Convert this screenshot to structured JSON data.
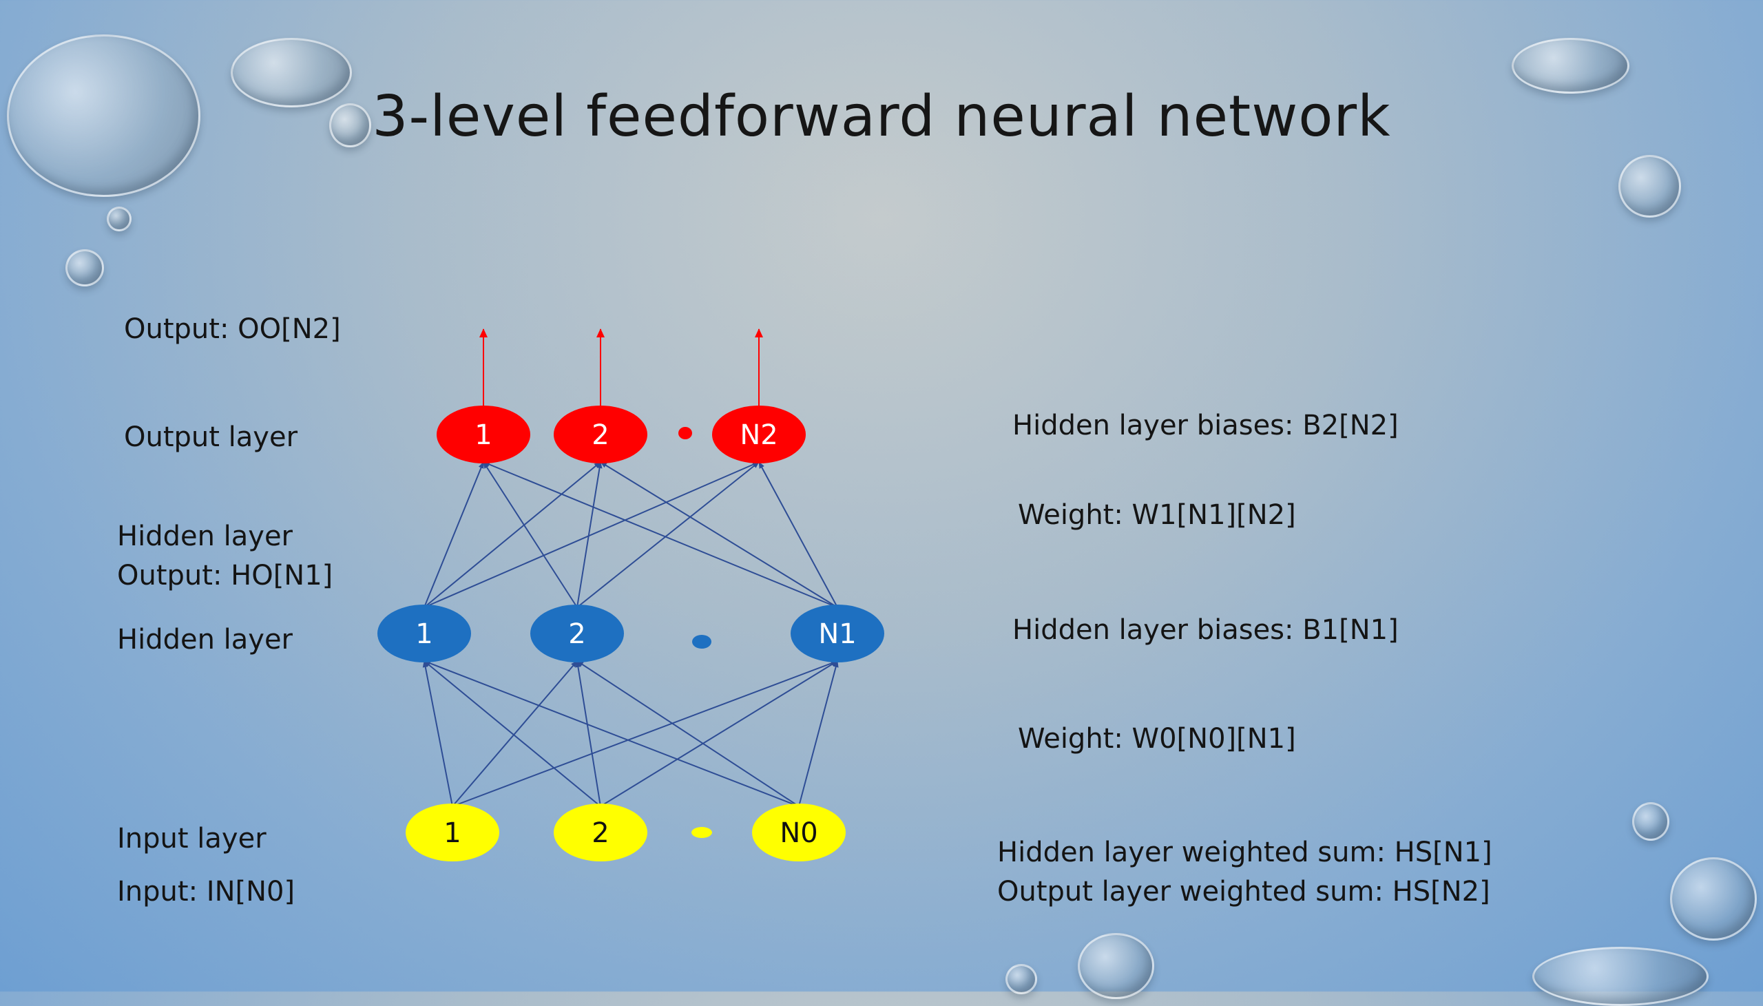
{
  "title": "3-level feedforward neural network",
  "left_labels": {
    "output": "Output: OO[N2]",
    "output_layer": "Output layer",
    "hidden_output_1": "Hidden layer",
    "hidden_output_2": "Output: HO[N1]",
    "hidden_layer": "Hidden layer",
    "input_layer": "Input layer",
    "input": "Input: IN[N0]"
  },
  "right_labels": {
    "b2": "Hidden layer biases: B2[N2]",
    "w1": "Weight: W1[N1][N2]",
    "b1": "Hidden layer biases: B1[N1]",
    "w0": "Weight: W0[N0][N1]",
    "hs1": "Hidden layer weighted sum: HS[N1]",
    "hs2": "Output layer weighted sum: HS[N2]"
  },
  "nodes": {
    "output": [
      "1",
      "2",
      "N2"
    ],
    "hidden": [
      "1",
      "2",
      "N1"
    ],
    "input": [
      "1",
      "2",
      "N0"
    ]
  },
  "colors": {
    "output": "#ff0000",
    "hidden": "#1e70c1",
    "input": "#ffff00",
    "edge": "#2e4d95",
    "arrow_out": "#ff0000"
  }
}
